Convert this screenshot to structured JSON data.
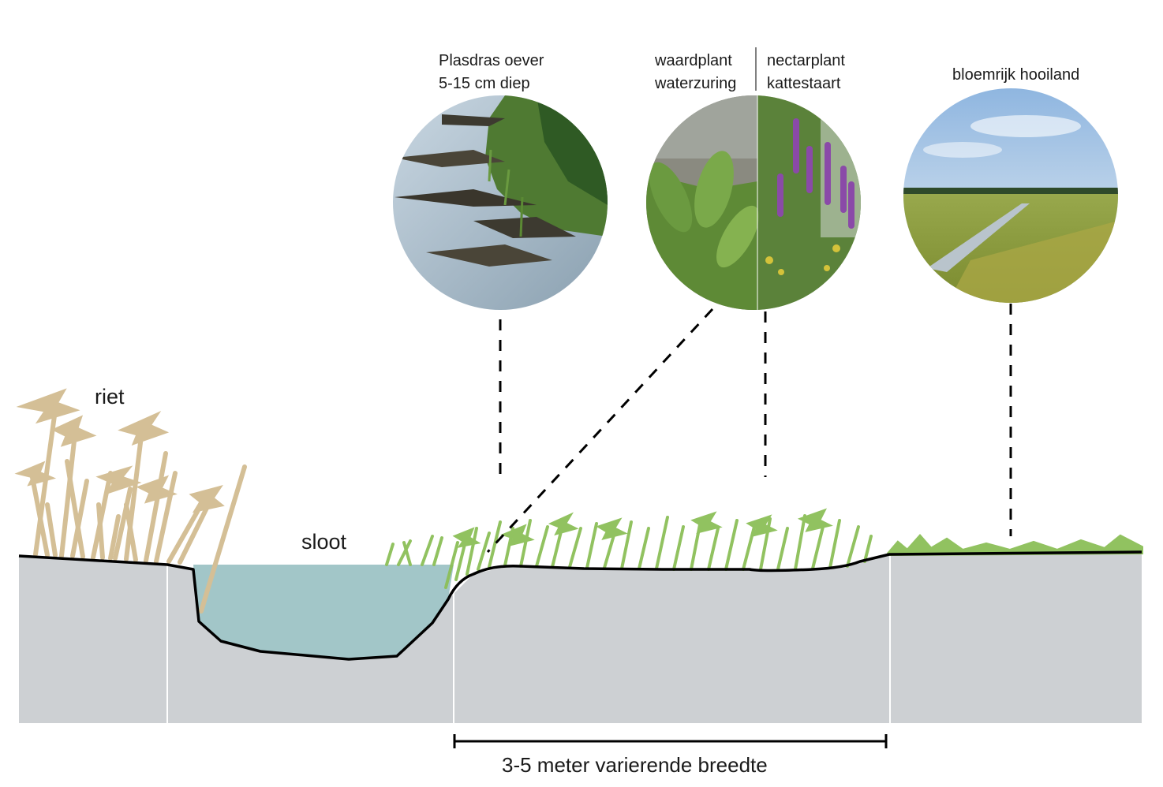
{
  "labels": {
    "reed": "riet",
    "ditch": "sloot",
    "plasdras_line1": "Plasdras oever",
    "plasdras_line2": "5-15 cm diep",
    "host_line1": "waardplant",
    "host_line2": "waterzuring",
    "nectar_line1": "nectarplant",
    "nectar_line2": "kattestaart",
    "hayfield": "bloemrijk hooiland",
    "width": "3-5 meter varierende breedte"
  },
  "colors": {
    "ground": "#cdd0d3",
    "water": "#a2c6c8",
    "reed": "#d4bf96",
    "vegetation": "#8cbf58",
    "outline": "#000000",
    "divider": "#ffffff"
  },
  "photos": [
    {
      "name": "plasdras-photo",
      "subject": "shallow wet bank with water and grass"
    },
    {
      "name": "host-nectar-photo",
      "subject": "water dock leaves and purple loosestrife"
    },
    {
      "name": "hayfield-photo",
      "subject": "flowering hay meadow with ditch under blue sky"
    }
  ]
}
